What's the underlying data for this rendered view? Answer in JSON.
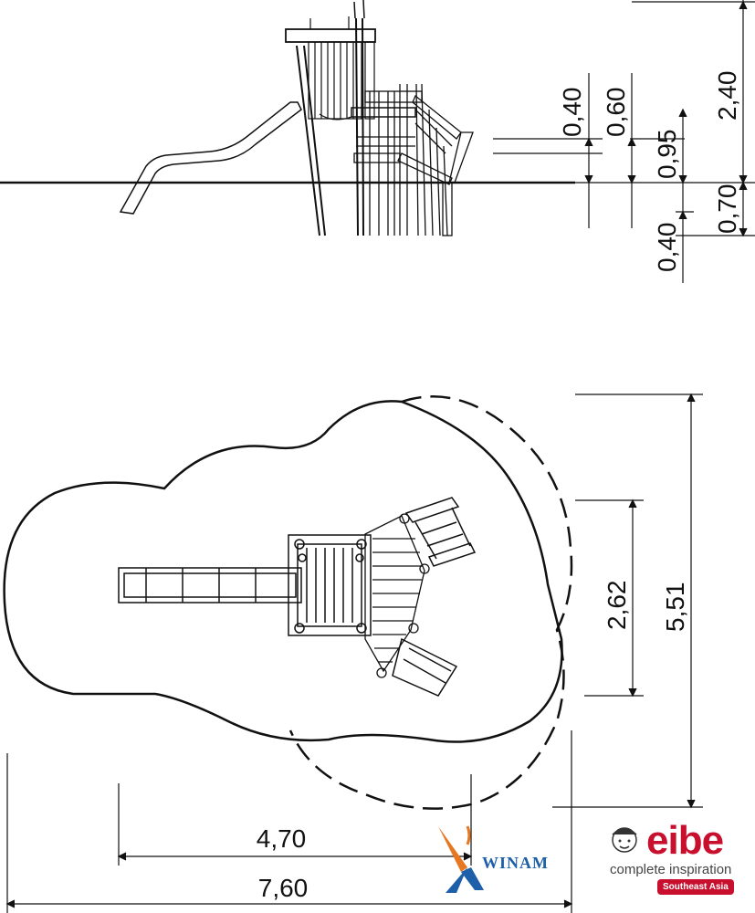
{
  "side_view": {
    "dims_right": [
      "0,40",
      "0,60",
      "0,95",
      "2,40",
      "0,70",
      "0,40"
    ]
  },
  "plan_view": {
    "dims_right": [
      "2,62",
      "5,51"
    ],
    "dims_bottom": [
      "4,70",
      "7,60"
    ]
  },
  "brands": {
    "winam_name": "WINAM",
    "eibe_name": "eibe",
    "eibe_tagline": "complete inspiration",
    "eibe_region": "Southeast Asia",
    "eibe_color": "#c8102e",
    "winam_color": "#1d5fa8"
  }
}
